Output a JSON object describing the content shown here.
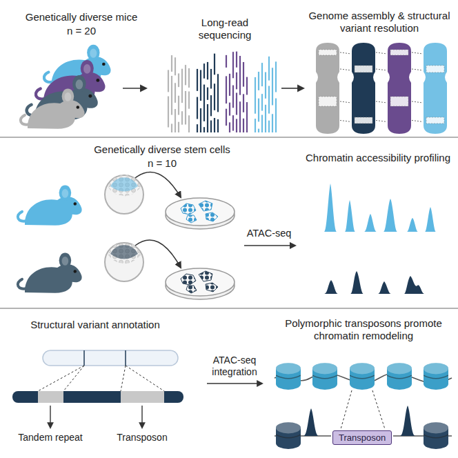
{
  "diagram": {
    "nodes": [
      {
        "text": [
          "Transposon"
        ]
      }
    ],
    "labels": [
      "Genetically diverse mice",
      "n = 20",
      "Long-read sequencing",
      "Genome assembly & structural variant resolution",
      "Genetically diverse stem cells",
      "n = 10",
      "Chromatin accessibility profiling",
      "ATAC-seq",
      "Structural variant annotation",
      "Tandem repeat",
      "Transposon",
      "ATAC-seq integration",
      "Polymorphic transposons promote chromatin remodeling"
    ]
  }
}
